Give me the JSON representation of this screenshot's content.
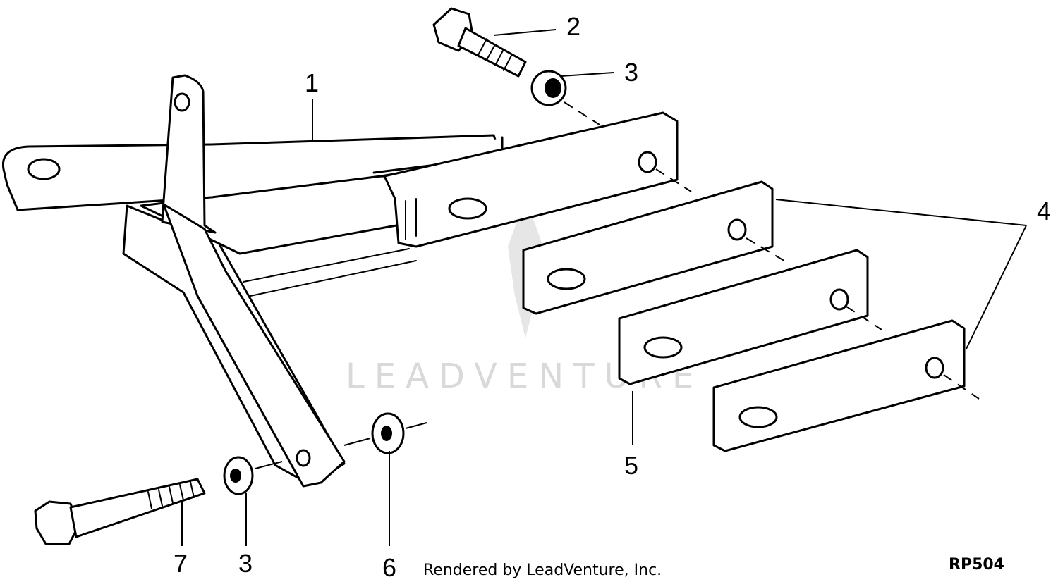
{
  "diagram": {
    "callouts": [
      "1",
      "2",
      "3",
      "3",
      "4",
      "5",
      "6",
      "7"
    ],
    "footer_text": "Rendered by LeadVenture, Inc.",
    "figure_code": "RP504",
    "watermark_text": "LEADVENTURE",
    "colors": {
      "line": "#000000",
      "background": "#ffffff",
      "watermark": "#d9d9d9"
    }
  }
}
